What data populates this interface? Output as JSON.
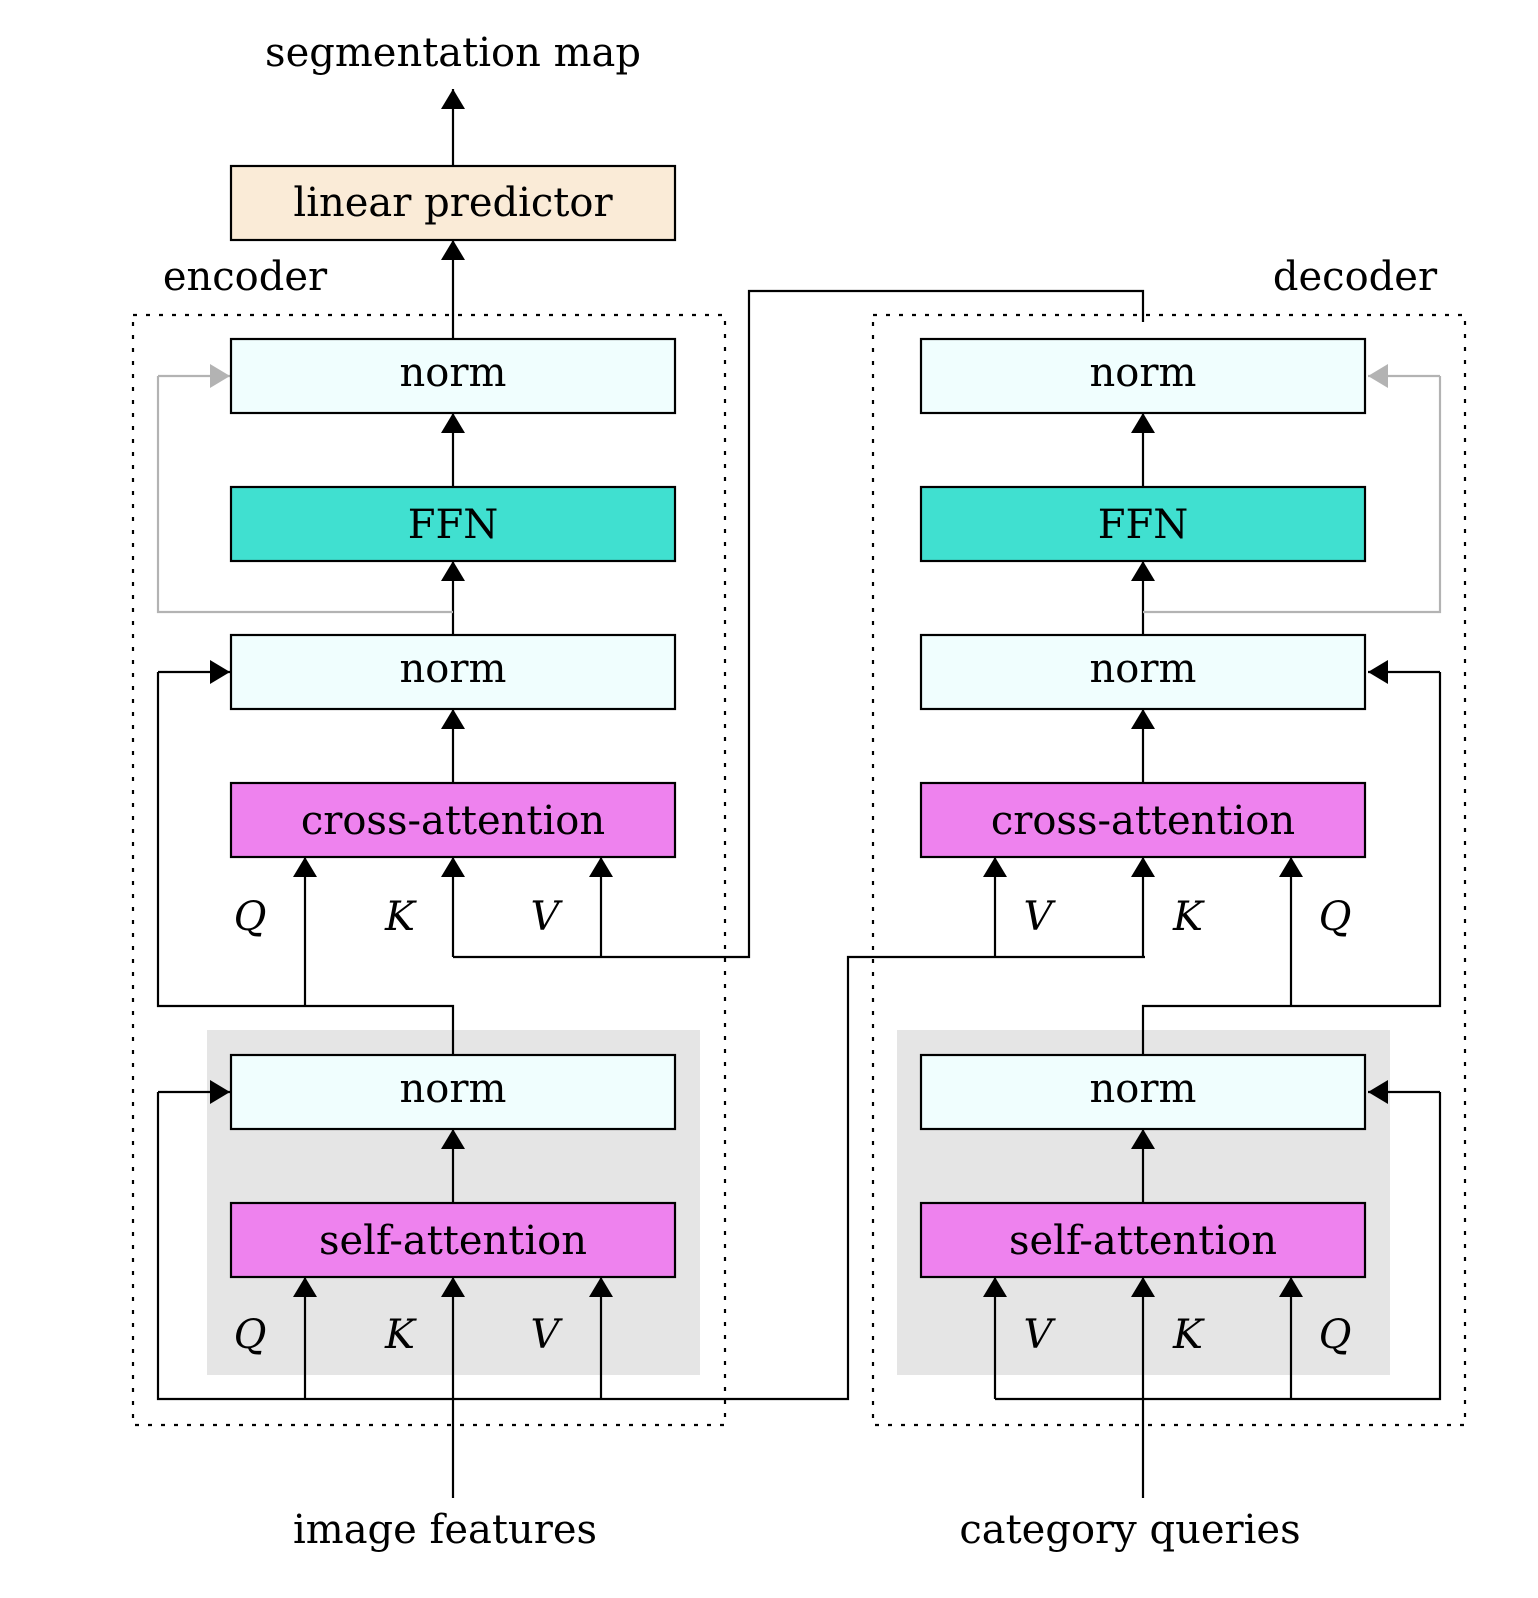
{
  "title_output": "segmentation map",
  "linear_predictor": "linear predictor",
  "encoder": {
    "label": "encoder",
    "blocks": {
      "norm_top": "norm",
      "ffn": "FFN",
      "norm_mid": "norm",
      "cross_attention": "cross-attention",
      "norm_bottom": "norm",
      "self_attention": "self-attention"
    },
    "cross_inputs": [
      "Q",
      "K",
      "V"
    ],
    "self_inputs": [
      "Q",
      "K",
      "V"
    ]
  },
  "decoder": {
    "label": "decoder",
    "blocks": {
      "norm_top": "norm",
      "ffn": "FFN",
      "norm_mid": "norm",
      "cross_attention": "cross-attention",
      "norm_bottom": "norm",
      "self_attention": "self-attention"
    },
    "cross_inputs": [
      "V",
      "K",
      "Q"
    ],
    "self_inputs": [
      "V",
      "K",
      "Q"
    ]
  },
  "inputs": {
    "encoder_input": "image features",
    "decoder_input": "category queries"
  },
  "colors": {
    "norm": "#f0fefe",
    "ffn": "#40e0d0",
    "attention": "#ee82ee",
    "linear_predictor": "#faebd7",
    "shaded_group": "#e5e5e5",
    "residual_gray": "#b3b3b3"
  }
}
